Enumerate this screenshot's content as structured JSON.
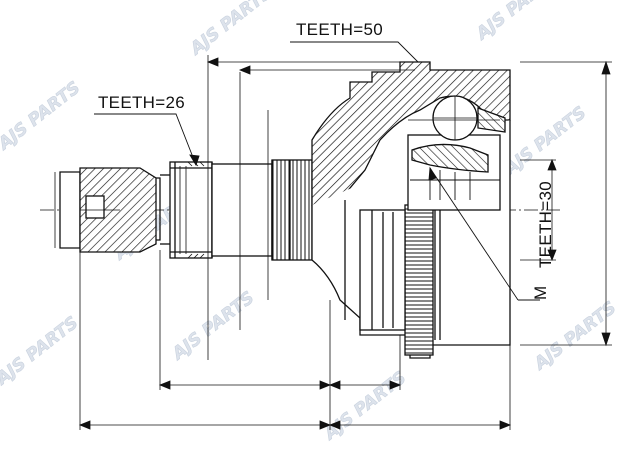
{
  "drawing": {
    "part": "CV joint",
    "outer_spline_label": "TEETH=50",
    "shaft_spline_label": "TEETH=26",
    "inner_spline_label": "TEETH=30",
    "thread_label": "M"
  },
  "watermark": {
    "text": "AJS PARTS"
  },
  "colors": {
    "line": "#111111",
    "watermark": "#dde3ec"
  }
}
